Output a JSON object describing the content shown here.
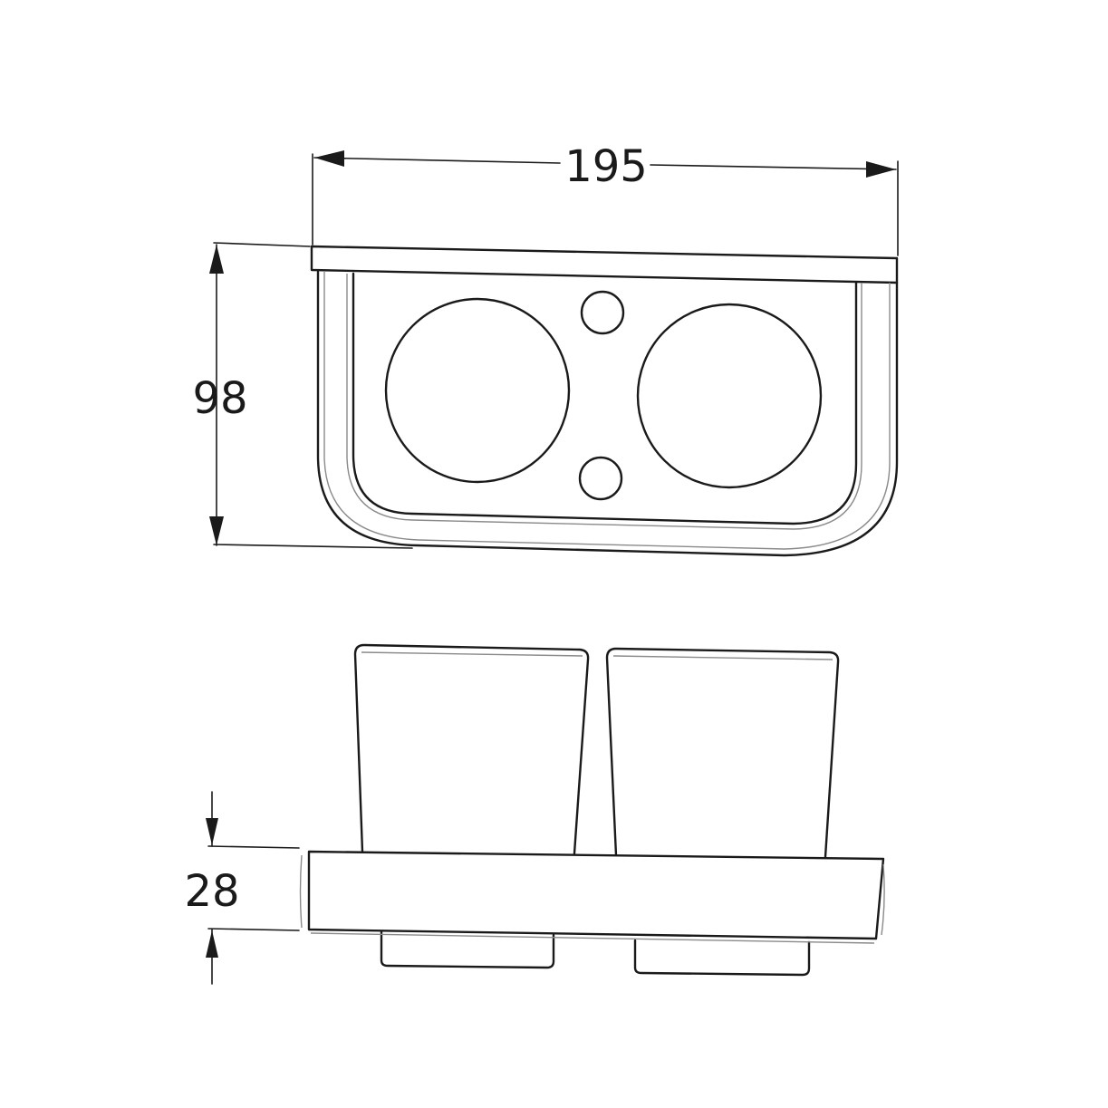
{
  "dimensions": {
    "width": "195",
    "depth": "98",
    "height": "28"
  },
  "colors": {
    "line": "#1a1a1a",
    "background": "#ffffff"
  }
}
